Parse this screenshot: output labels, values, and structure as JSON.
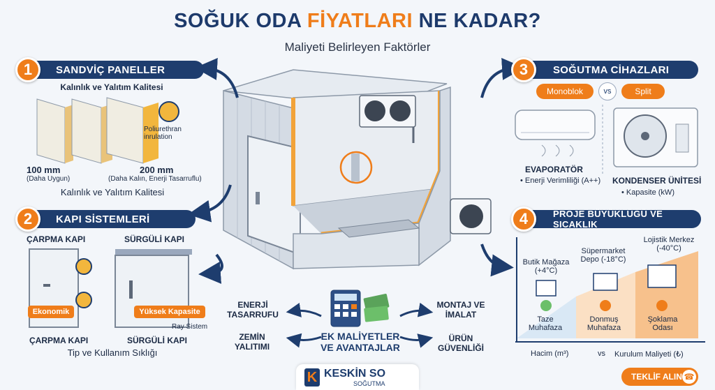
{
  "header": {
    "title_part1": "SOĞUK ODA ",
    "title_highlight": "FİYATLARI",
    "title_part2": " NE KADAR?",
    "subtitle": "Maliyeti Belirleyen Faktörler"
  },
  "section1": {
    "number": "1",
    "title": "SANDVİÇ PANELLER",
    "subtitle_top": "Kalınlık ve Yalıtım Kalitesi",
    "insulation_line1": "Poliurethran",
    "insulation_line2": "inrulation",
    "thin_mm": "100 mm",
    "thin_note": "(Daha Uygun)",
    "thick_mm": "200 mm",
    "thick_note": "(Daha Kalın, Enerji Tasarruflu)",
    "subtitle_bottom": "Kalınlık ve Yalıtım Kalitesi"
  },
  "section2": {
    "number": "2",
    "title": "KAPI SİSTEMLERİ",
    "swing_top": "ÇARPMA KAPI",
    "sliding_top": "SÜRGÜLİ KAPI",
    "tag_economic": "Ekonomik",
    "tag_high_capacity": "Yüksek Kapasite",
    "rail_label": "Ray Sistem",
    "swing_bottom": "ÇARPMA KAPI",
    "sliding_bottom": "SÜRGÜLİ KAPI",
    "caption": "Tip ve Kullanım Sıklığı"
  },
  "section3": {
    "number": "3",
    "title": "SOĞUTMA CİHAZLARI",
    "option_monoblok": "Monoblok",
    "vs": "vs",
    "option_split": "Split",
    "evaporator_title": "EVAPORATÖR",
    "evaporator_note": "• Enerji Verimliliği (A++)",
    "condenser_title": "KONDENSER ÜNİTESİ",
    "condenser_note": "• Kapasite (kW)"
  },
  "section4": {
    "number": "4",
    "title": "PROJE BÜYÜKLÜĞÜ VE SICAKLIK",
    "tiers": [
      {
        "name_line1": "Butik Mağaza",
        "name_line2": "(+4°C)",
        "use_line1": "Taze",
        "use_line2": "Muhafaza",
        "icon": "shop-icon",
        "level": 1
      },
      {
        "name_line1": "Süpermarket",
        "name_line2": "Depo (-18°C)",
        "use_line1": "Donmuş",
        "use_line2": "Muhafaza",
        "icon": "supermarket-icon",
        "level": 2
      },
      {
        "name_line1": "Lojistik Merkez",
        "name_line2": "(-40°C)",
        "use_line1": "Şoklama",
        "use_line2": "Odası",
        "icon": "warehouse-icon",
        "level": 3
      }
    ],
    "x_axis_label": "Hacim (m³)",
    "vs": "vs",
    "y_axis_label": "Kurulum Maliyeti (₺)"
  },
  "extras": {
    "center_line1": "EK MALİYETLER",
    "center_line2": "VE AVANTAJLAR",
    "energy_line1": "ENERJİ",
    "energy_line2": "TASARRUFU",
    "floor_line1": "ZEMİN",
    "floor_line2": "YALITIMI",
    "install_line1": "MONTAJ VE",
    "install_line2": "İMALAT",
    "safety_line1": "ÜRÜN",
    "safety_line2": "GÜVENLİĞİ"
  },
  "brand": {
    "name": "KESKİN SO",
    "sub": "SOĞUTMA",
    "cta": "TEKLİF ALIN"
  },
  "colors": {
    "navy": "#1e3d6e",
    "orange": "#ef7d1a",
    "background": "#f3f6fa"
  }
}
